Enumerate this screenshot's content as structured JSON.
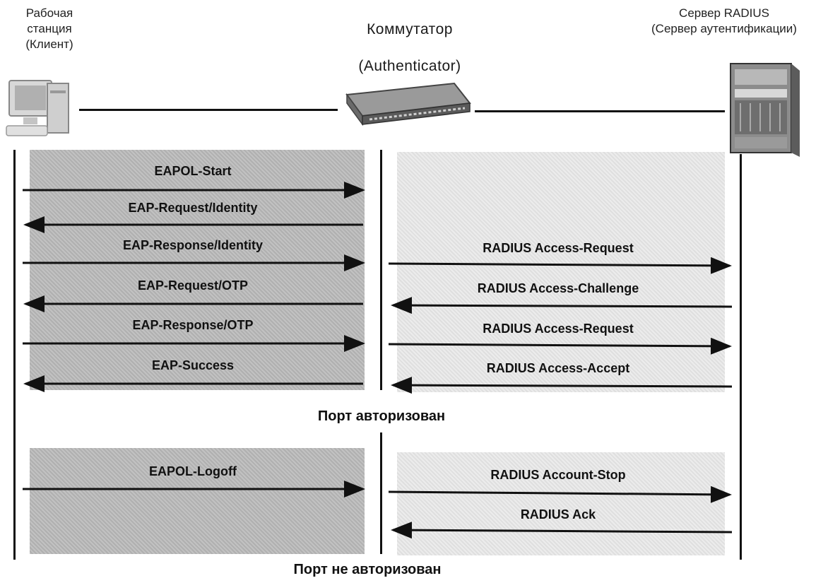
{
  "headers": {
    "client": [
      "Рабочая",
      "станция",
      "(Клиент)"
    ],
    "switch": [
      "Коммутатор",
      "(Authenticator)"
    ],
    "server": [
      "Сервер RADIUS",
      "(Сервер аутентификации)"
    ]
  },
  "messages_left": [
    "EAPOL-Start",
    "EAP-Request/Identity",
    "EAP-Response/Identity",
    "EAP-Request/OTP",
    "EAP-Response/OTP",
    "EAP-Success",
    "EAPOL-Logoff"
  ],
  "messages_right": [
    "RADIUS Access-Request",
    "RADIUS Access-Challenge",
    "RADIUS Access-Request",
    "RADIUS Access-Accept",
    "RADIUS Account-Stop",
    "RADIUS Ack"
  ],
  "status": {
    "authorized": "Порт авторизован",
    "unauthorized": "Порт не авторизован"
  }
}
